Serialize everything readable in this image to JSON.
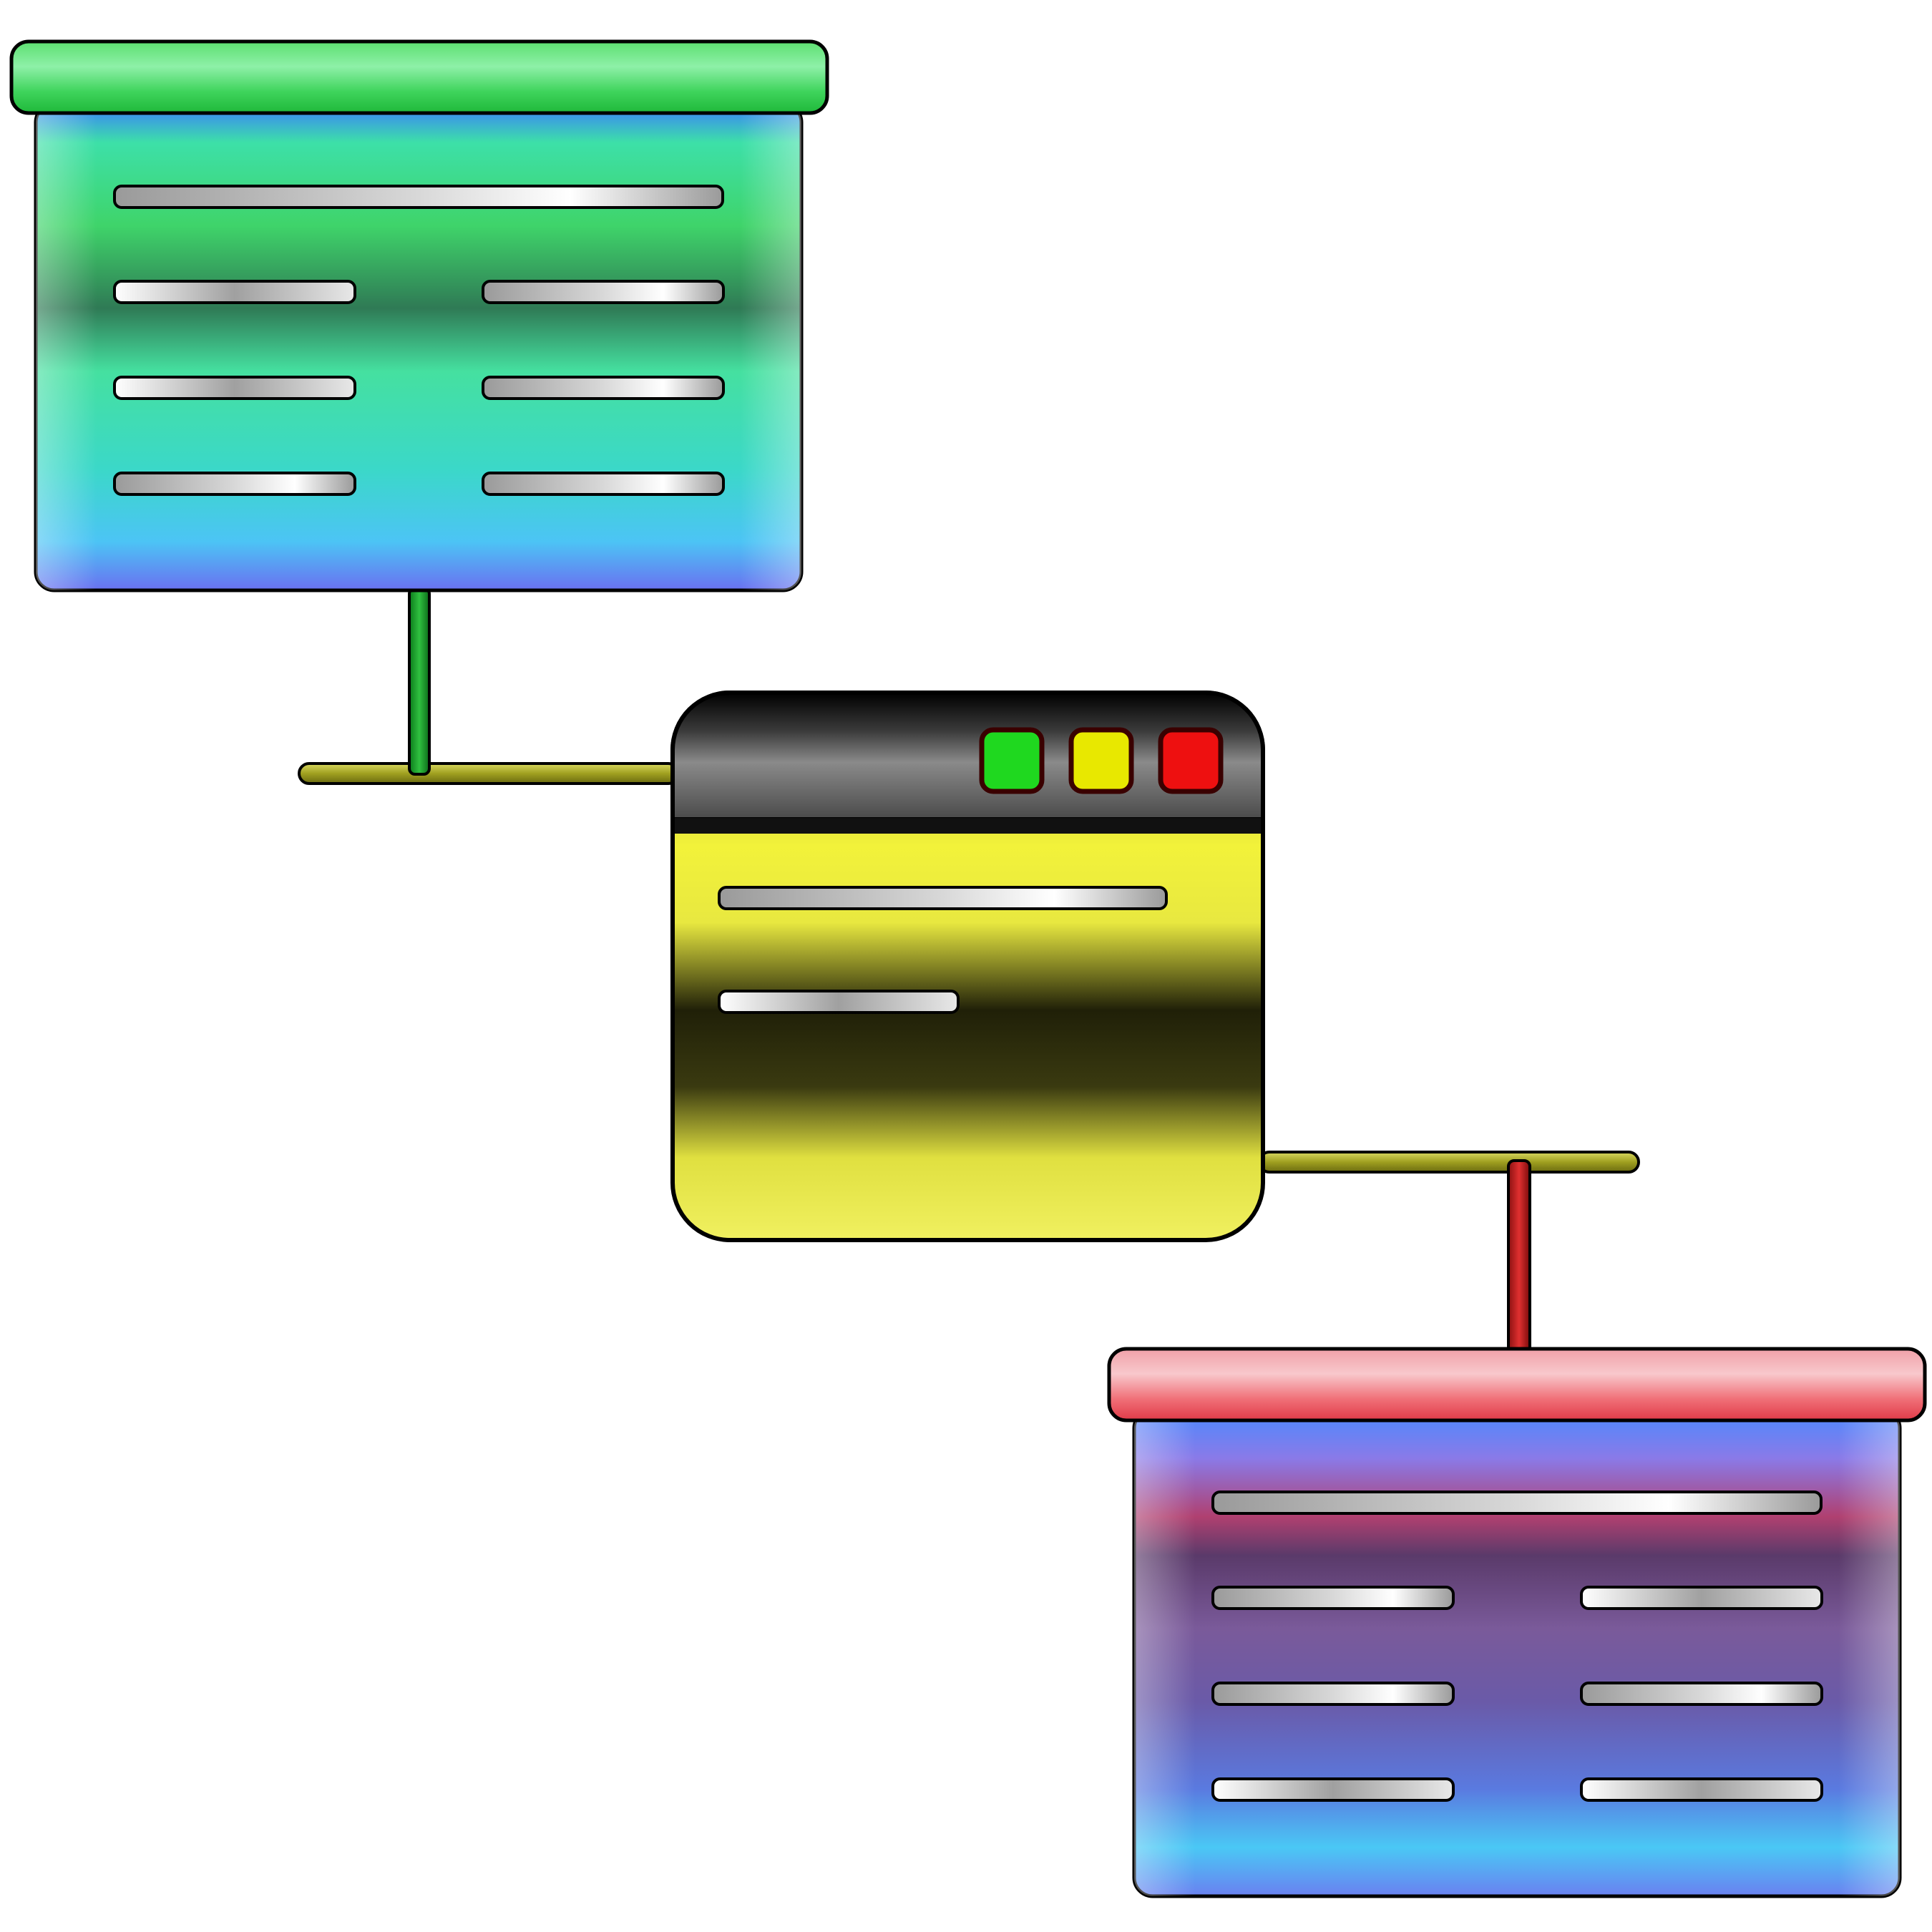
{
  "colors": {
    "background": "#ffffff",
    "outline": "#000000",
    "green_accent": "#22b14c",
    "yellow_accent": "#e8e800",
    "red_accent": "#e0303a",
    "bar_fill": "#c8c8c8"
  },
  "diagram": {
    "nodes": [
      {
        "id": "green-presentation-board",
        "icon": "presentation-board-icon",
        "theme": "green-cyan",
        "rows": [
          "full",
          "split",
          "split",
          "split"
        ]
      },
      {
        "id": "yellow-application-window",
        "icon": "application-window-icon",
        "theme": "yellow",
        "rows": [
          "long",
          "short"
        ],
        "window_buttons": [
          "green",
          "yellow",
          "red"
        ]
      },
      {
        "id": "red-presentation-board",
        "icon": "presentation-board-icon",
        "theme": "red-violet",
        "rows": [
          "full",
          "split",
          "split",
          "split"
        ]
      }
    ],
    "connectors": [
      {
        "from": "green-presentation-board",
        "to": "yellow-application-window",
        "drop_color": "green",
        "rail_color": "olive"
      },
      {
        "from": "yellow-application-window",
        "to": "red-presentation-board",
        "drop_color": "red",
        "rail_color": "olive"
      }
    ]
  }
}
